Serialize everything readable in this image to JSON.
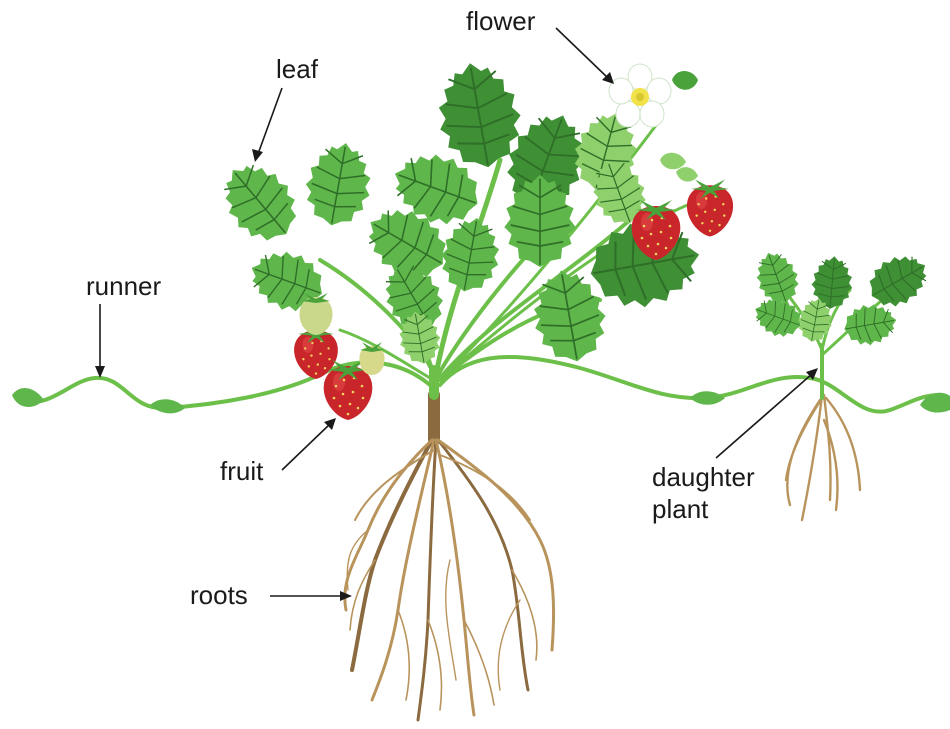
{
  "labels": {
    "flower": "flower",
    "leaf": "leaf",
    "runner": "runner",
    "fruit": "fruit",
    "roots": "roots",
    "daughter_line1": "daughter",
    "daughter_line2": "plant"
  },
  "colors": {
    "leaf": "#5fb64a",
    "leaf_dark": "#3f8f35",
    "stem": "#6cc04a",
    "root": "#b8945c",
    "berry": "#c8262a",
    "flower_center": "#f2e24a"
  }
}
